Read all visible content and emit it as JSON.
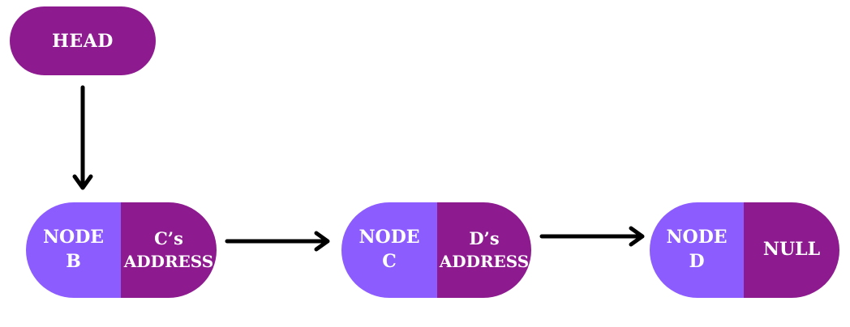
{
  "colors": {
    "head_fill": "#8e1a90",
    "data_fill": "#8c5cff",
    "pointer_fill": "#8e1a90",
    "arrow": "#000000",
    "text": "#ffffff"
  },
  "head": {
    "label": "HEAD"
  },
  "nodes": [
    {
      "line1": "NODE",
      "line2": "B",
      "ptr_line1": "C’s",
      "ptr_line2": "ADDRESS"
    },
    {
      "line1": "NODE",
      "line2": "C",
      "ptr_line1": "D’s",
      "ptr_line2": "ADDRESS"
    },
    {
      "line1": "NODE",
      "line2": "D",
      "ptr_line1": "NULL"
    }
  ]
}
